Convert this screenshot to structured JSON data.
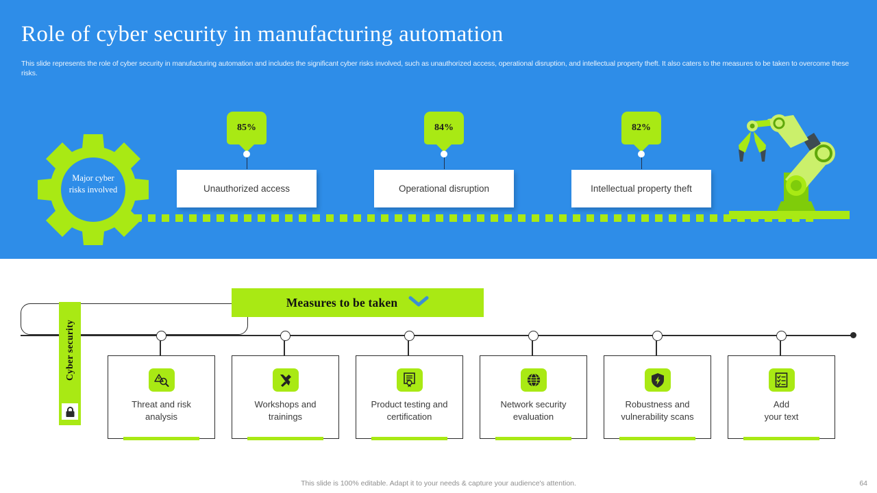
{
  "slide": {
    "title": "Role of cyber security in manufacturing automation",
    "subtitle": "This slide represents the role of cyber security in manufacturing automation and includes the significant cyber risks involved, such as unauthorized access, operational disruption, and intellectual property theft. It also caters to the measures to be taken to overcome these risks.",
    "background_color": "#2E8DE8",
    "accent_color": "#A9E914"
  },
  "risks_section": {
    "gear_label": "Major cyber\nrisks involved",
    "gear_label_line1": "Major cyber",
    "gear_label_line2": "risks involved",
    "items": [
      {
        "percent": "85%",
        "label": "Unauthorized access"
      },
      {
        "percent": "84%",
        "label": "Operational disruption"
      },
      {
        "percent": "82%",
        "label": "Intellectual property theft"
      }
    ],
    "illustration": "robot-arm-icon"
  },
  "measures_section": {
    "banner_label": "Measures to be taken",
    "banner_icon": "chevron-down-icon",
    "side_tab_label": "Cyber security",
    "side_tab_icon": "lock-icon",
    "cards": [
      {
        "icon": "threat-analysis-icon",
        "line1": "Threat and risk",
        "line2": "analysis"
      },
      {
        "icon": "tools-icon",
        "line1": "Workshops and",
        "line2": "trainings"
      },
      {
        "icon": "certificate-icon",
        "line1": "Product testing and",
        "line2": "certification"
      },
      {
        "icon": "globe-network-icon",
        "line1": "Network security",
        "line2": "evaluation"
      },
      {
        "icon": "shield-icon",
        "line1": "Robustness and",
        "line2": "vulnerability scans"
      },
      {
        "icon": "checklist-icon",
        "line1": "Add",
        "line2": "your text"
      }
    ]
  },
  "footer": {
    "note": "This slide is 100% editable. Adapt it to your needs & capture your audience's attention.",
    "page_number": "64"
  }
}
